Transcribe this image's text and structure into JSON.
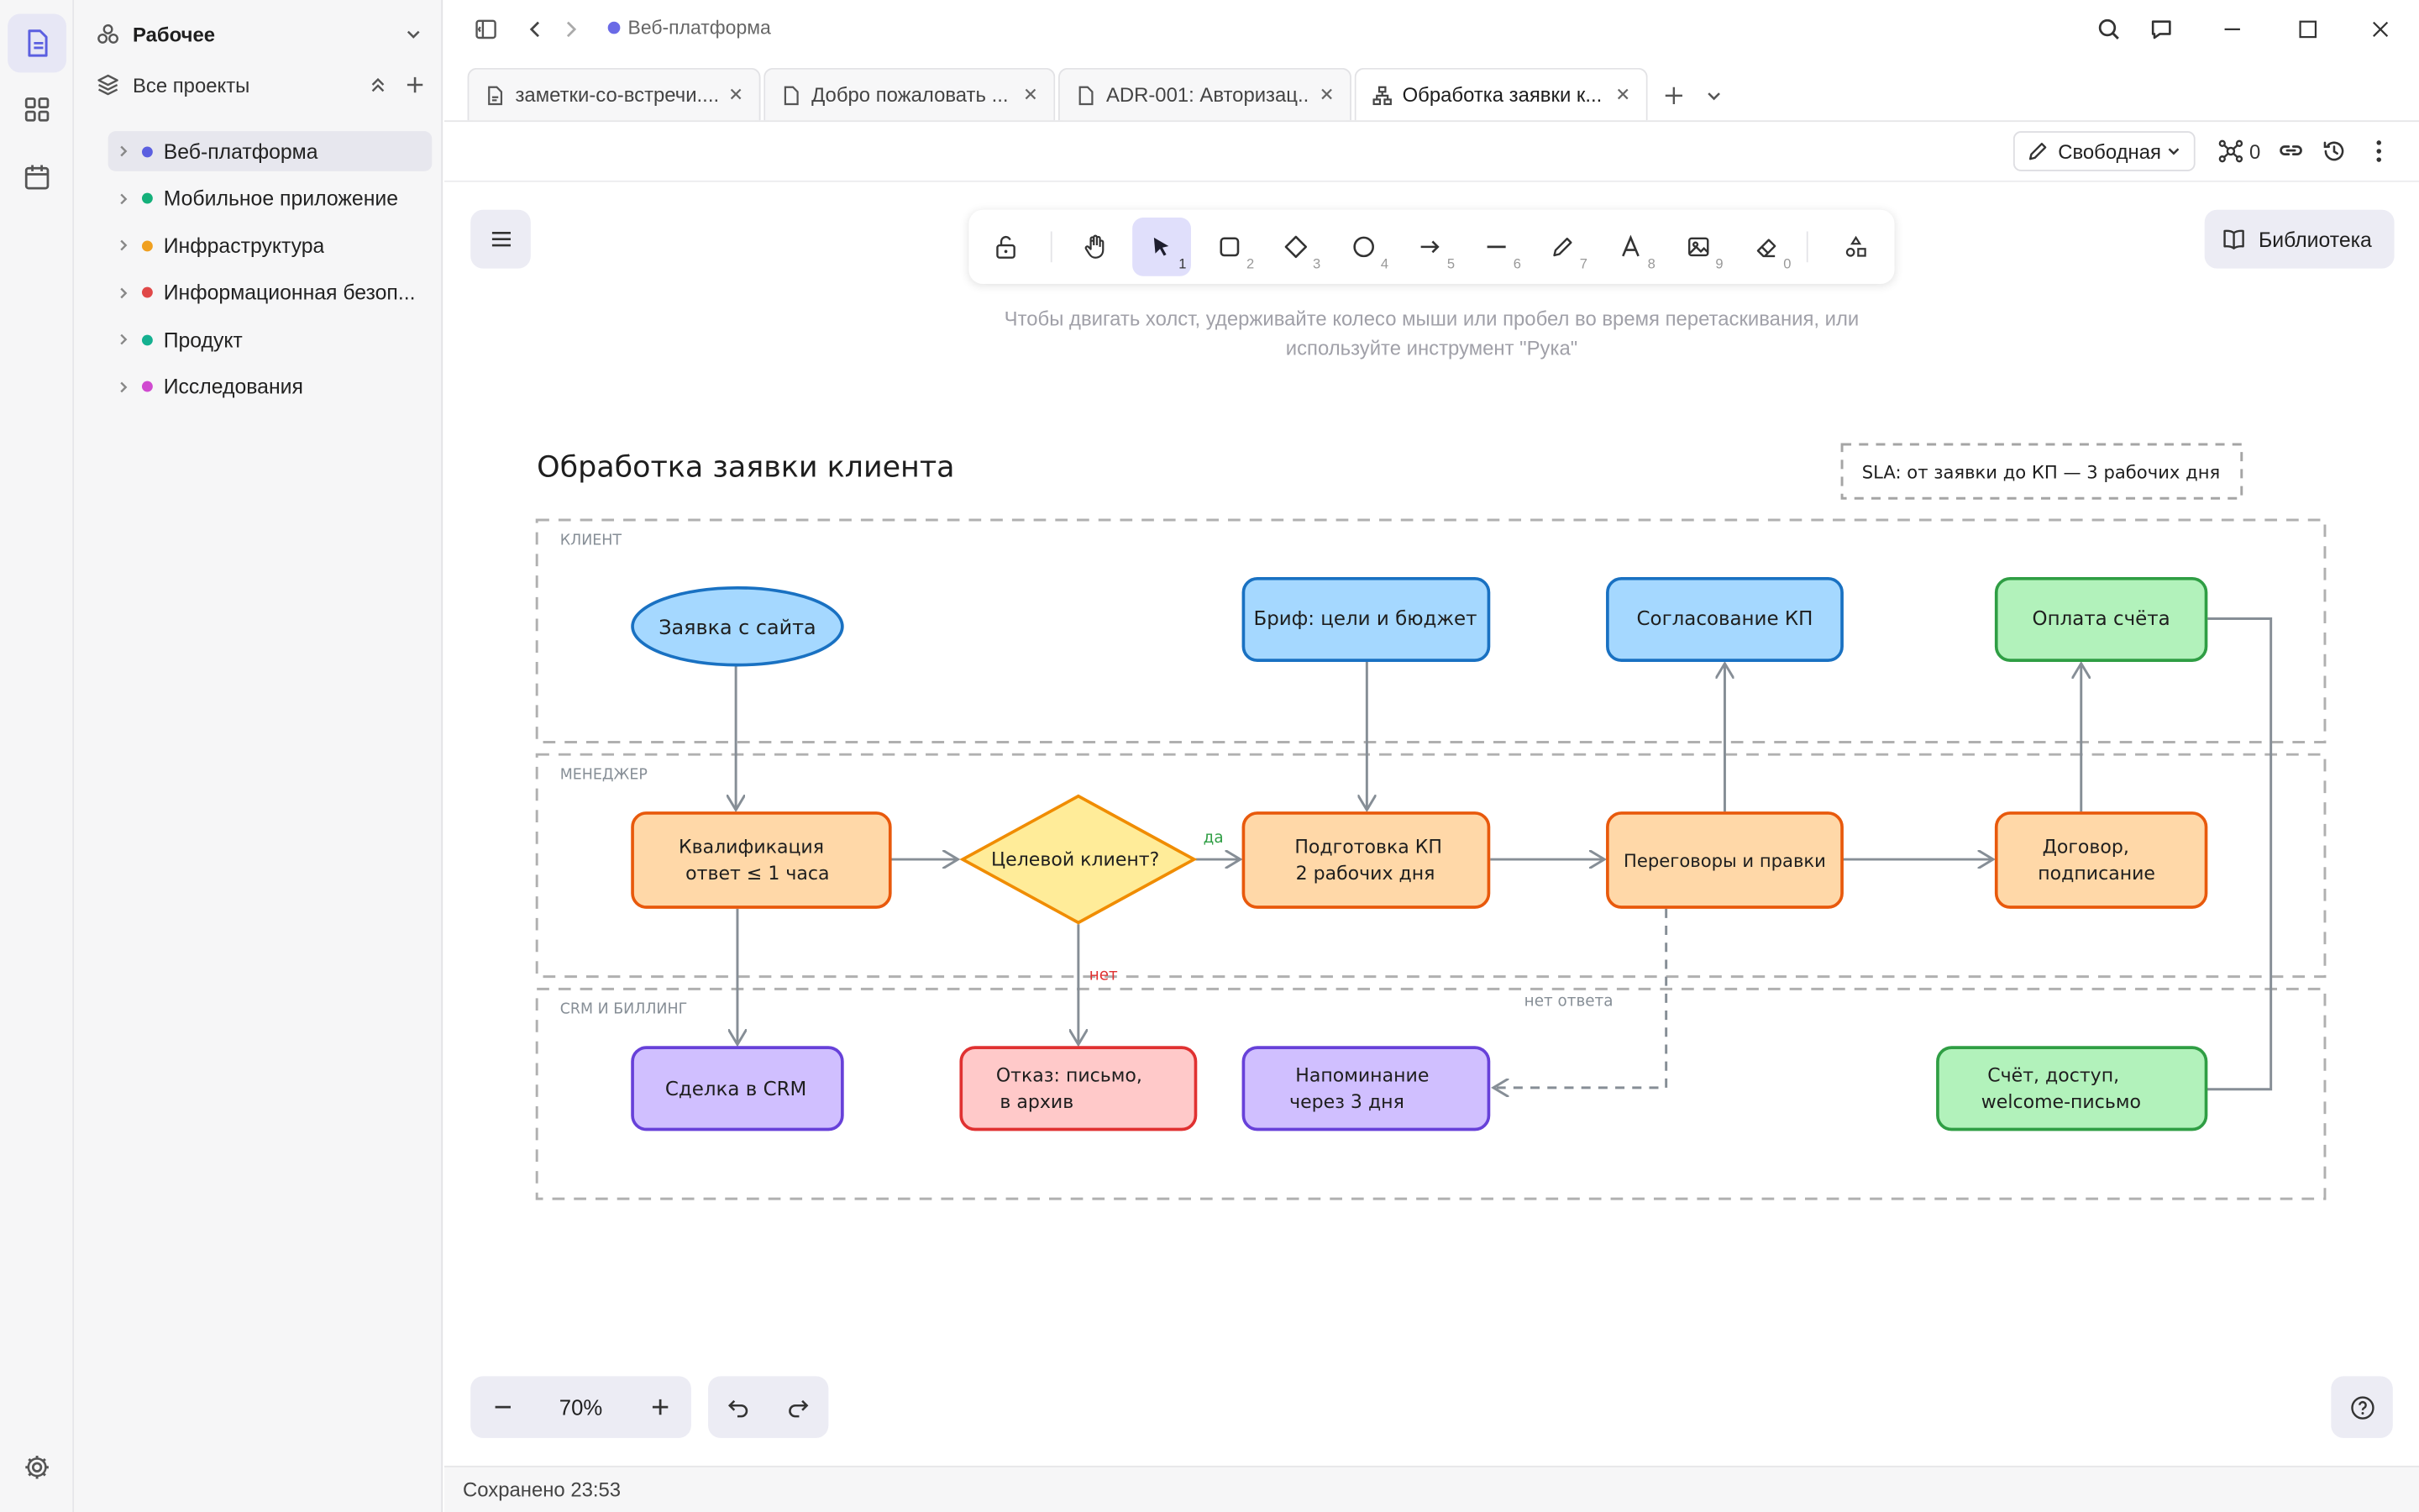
{
  "workspace": {
    "name": "Рабочее"
  },
  "sidebar": {
    "all_projects": "Все проекты",
    "projects": [
      {
        "label": "Веб-платформа",
        "color": "#5b5fe0",
        "active": true
      },
      {
        "label": "Мобильное приложение",
        "color": "#14b07a"
      },
      {
        "label": "Инфраструктура",
        "color": "#f0a020"
      },
      {
        "label": "Информационная безоп...",
        "color": "#e04848"
      },
      {
        "label": "Продукт",
        "color": "#14b090"
      },
      {
        "label": "Исследования",
        "color": "#d04ad0"
      }
    ]
  },
  "breadcrumb": {
    "project": "Веб-платформа",
    "color": "#6a6ae6"
  },
  "tabs": [
    {
      "title": "заметки-со-встречи....",
      "icon": "file-text-icon"
    },
    {
      "title": "Добро пожаловать ...",
      "icon": "file-icon"
    },
    {
      "title": "ADR-001: Авторизац...",
      "icon": "file-icon"
    },
    {
      "title": "Обработка заявки к...",
      "icon": "diagram-icon",
      "active": true
    }
  ],
  "doc_toolbar": {
    "mode": "Свободная",
    "collaborators": "0"
  },
  "canvas": {
    "hint": "Чтобы двигать холст, удерживайте колесо мыши или пробел во время перетаскивания, или используйте инструмент \"Рука\"",
    "library": "Библиотека",
    "zoom": "70%",
    "tool_numbers": [
      "1",
      "2",
      "3",
      "4",
      "5",
      "6",
      "7",
      "8",
      "9",
      "0"
    ]
  },
  "diagram": {
    "title": "Обработка заявки клиента",
    "sla": "SLA: от заявки до КП — 3 рабочих дня",
    "lanes": [
      "КЛИЕНТ",
      "МЕНЕДЖЕР",
      "CRM И БИЛЛИНГ"
    ],
    "nodes": {
      "request": "Заявка с сайта",
      "brief": "Бриф: цели и бюджет",
      "approve": "Согласование КП",
      "payment": "Оплата счёта",
      "qualify_1": "Квалификация",
      "qualify_2": "ответ ≤ 1 часа",
      "target": "Целевой клиент?",
      "prepare_1": "Подготовка КП",
      "prepare_2": "2 рабочих дня",
      "negotiate": "Переговоры и правки",
      "contract_1": "Договор,",
      "contract_2": "подписание",
      "crm": "Сделка в CRM",
      "reject_1": "Отказ: письмо,",
      "reject_2": "в архив",
      "remind_1": "Напоминание",
      "remind_2": "через 3 дня",
      "invoice_1": "Счёт, доступ,",
      "invoice_2": "welcome-письмо"
    },
    "edge_labels": {
      "yes": "да",
      "no": "нет",
      "no_answer": "нет ответа"
    },
    "colors": {
      "blue": "#a5d8ff",
      "blue_stroke": "#1971c2",
      "orange": "#ffd8a8",
      "orange_stroke": "#e8590c",
      "green": "#b2f2bb",
      "green_stroke": "#2f9e44",
      "purple": "#d0bfff",
      "purple_stroke": "#6741d9",
      "red": "#ffc9c9",
      "red_stroke": "#e03131",
      "yellow": "#ffec99",
      "yellow_stroke": "#f08c00"
    }
  },
  "status": {
    "saved": "Сохранено 23:53"
  }
}
